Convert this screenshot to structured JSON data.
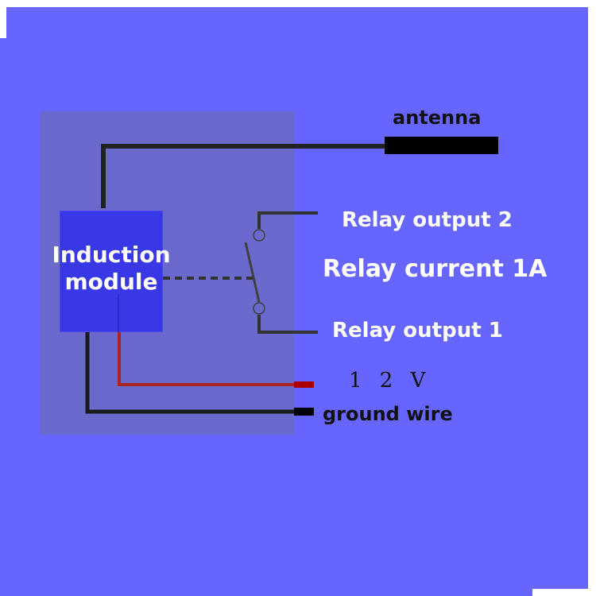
{
  "diagram": {
    "module_label_line1": "Induction",
    "module_label_line2": "module",
    "antenna_label": "antenna",
    "relay_output_2_label": "Relay output 2",
    "relay_current_label": "Relay current 1A",
    "relay_output_1_label": "Relay output 1",
    "voltage_label": "1 2 V",
    "ground_label": "ground wire"
  },
  "colors": {
    "background": "#6666ff",
    "housing": "#6a6acc",
    "module": "#3838e6",
    "wire_dark": "#222222",
    "wire_red": "#aa2222",
    "switch_grey": "#404040"
  }
}
